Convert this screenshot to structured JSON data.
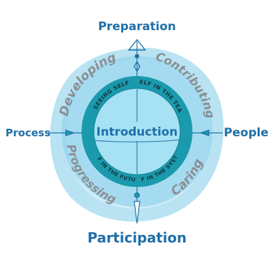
{
  "diagram": {
    "center_label": "Introduction",
    "directions": {
      "top": "Preparation",
      "left": "Process",
      "right": "People",
      "bottom": "Participation"
    },
    "quadrants": {
      "top_left": "Developing",
      "top_right": "Contributing",
      "bottom_left": "Progressing",
      "bottom_right": "Caring"
    },
    "ring_labels": {
      "top_left": "SEEING SELF",
      "top_right": "SELF IN THE TEAM",
      "bottom_left": "SELF IN THE FUTURE",
      "bottom_right": "SELF IN THE SYSTEM"
    },
    "colors": {
      "outer_wash": "#b9e3f3",
      "outer_wash_light": "#d7eff8",
      "mid_disc": "#8fd3ec",
      "ring": "#1a9aac",
      "inner_disc": "#a6e2f4",
      "accent": "#1f6fa8",
      "quadrant_text": "#8b8f94"
    }
  }
}
